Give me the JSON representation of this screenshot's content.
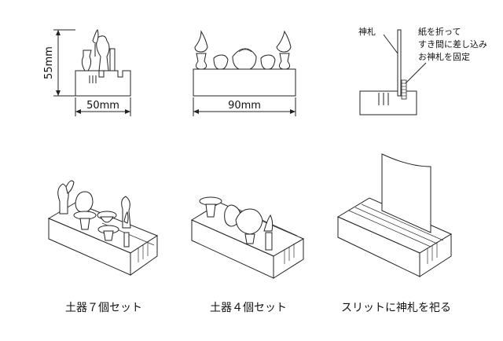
{
  "dimensions": {
    "height_label": "55mm",
    "width_small_label": "50mm",
    "width_large_label": "90mm"
  },
  "annotation": {
    "ofuda_label": "神札",
    "note_lines": [
      "紙を折って",
      "すき間に差し込み",
      "お神札を固定"
    ]
  },
  "captions": {
    "set7": "土器７個セット",
    "set4": "土器４個セット",
    "slit": "スリットに神札を祀る"
  }
}
